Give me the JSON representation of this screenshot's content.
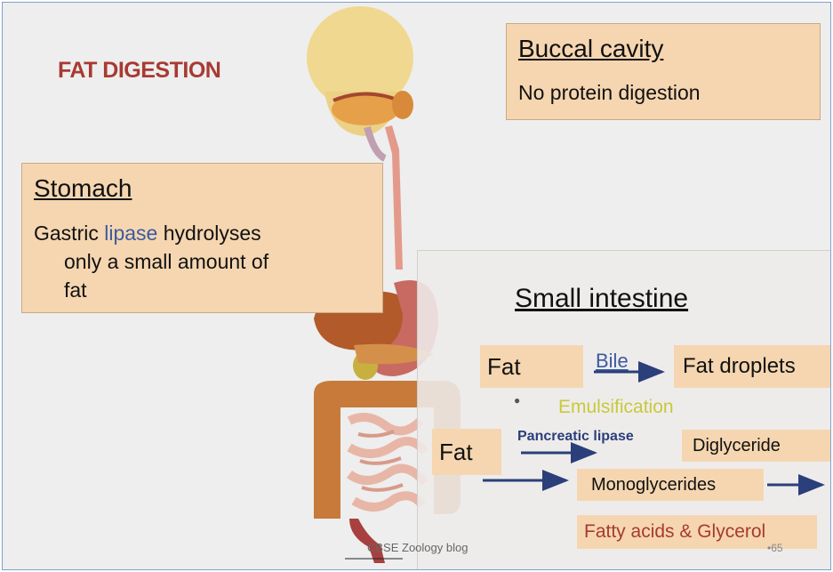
{
  "slide": {
    "title": "FAT DIGESTION",
    "buccal": {
      "heading": "Buccal cavity",
      "text": "No protein digestion"
    },
    "stomach": {
      "heading": "Stomach",
      "line1_pre": "Gastric ",
      "line1_lipase": "lipase",
      "line1_post": " hydrolyses",
      "line2": "only a small amount of",
      "line3": "fat"
    },
    "small_intestine": {
      "heading": "Small intestine",
      "fat1": "Fat",
      "bile": "Bile",
      "fat_droplets": "Fat droplets",
      "emulsification": "Emulsification",
      "fat2": "Fat",
      "pancreatic_lipase": "Pancreatic lipase",
      "diglyceride": "Diglyceride",
      "monoglycerides": "Monoglycerides",
      "fatty_acids": "Fatty acids & Glycerol"
    },
    "footer": "CBSE Zoology blog",
    "page_number": "•65"
  },
  "colors": {
    "title": "#a83a32",
    "box_fill": "#f5d6b0",
    "lipase_text": "#3c5aa0",
    "emulsification_text": "#c8c93a",
    "arrow": "#2b3f7a",
    "fatty_acids_text": "#a83a32"
  }
}
